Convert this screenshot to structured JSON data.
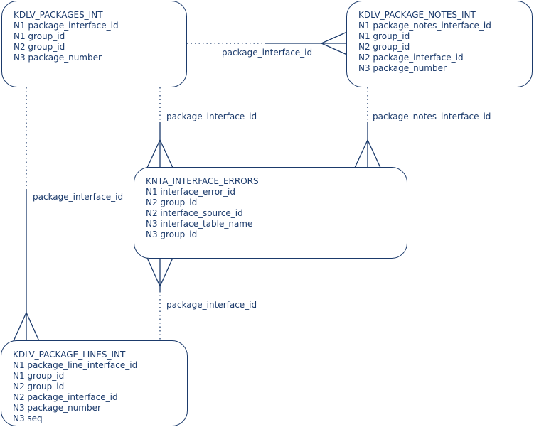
{
  "colors": {
    "ink": "#1b3a6b",
    "background": "#ffffff"
  },
  "entities": [
    {
      "id": "kdlv-packages-int",
      "name": "KDLV_PACKAGES_INT",
      "fields": [
        "N1 package_interface_id",
        "N1 group_id",
        "N2 group_id",
        "N3 package_number"
      ]
    },
    {
      "id": "kdlv-package-notes-int",
      "name": "KDLV_PACKAGE_NOTES_INT",
      "fields": [
        "N1 package_notes_interface_id",
        "N1 group_id",
        "N2 group_id",
        "N2 package_interface_id",
        "N3 package_number"
      ]
    },
    {
      "id": "knta-interface-errors",
      "name": "KNTA_INTERFACE_ERRORS",
      "fields": [
        "N1 interface_error_id",
        "N2 group_id",
        "N2 interface_source_id",
        "N3 interface_table_name",
        "N3 group_id"
      ]
    },
    {
      "id": "kdlv-package-lines-int",
      "name": "KDLV_PACKAGE_LINES_INT",
      "fields": [
        "N1 package_line_interface_id",
        "N1 group_id",
        "N2 group_id",
        "N2 package_interface_id",
        "N3 package_number",
        "N3 seq"
      ]
    }
  ],
  "relationships": [
    {
      "id": "packages-to-notes",
      "from": "KDLV_PACKAGES_INT",
      "to": "KDLV_PACKAGE_NOTES_INT",
      "label": "package_interface_id"
    },
    {
      "id": "packages-to-errors",
      "from": "KDLV_PACKAGES_INT",
      "to": "KNTA_INTERFACE_ERRORS",
      "label": "package_interface_id"
    },
    {
      "id": "notes-to-errors",
      "from": "KDLV_PACKAGE_NOTES_INT",
      "to": "KNTA_INTERFACE_ERRORS",
      "label": "package_notes_interface_id"
    },
    {
      "id": "packages-to-lines",
      "from": "KDLV_PACKAGES_INT",
      "to": "KDLV_PACKAGE_LINES_INT",
      "label": "package_interface_id"
    },
    {
      "id": "lines-to-errors",
      "from": "KDLV_PACKAGE_LINES_INT",
      "to": "KNTA_INTERFACE_ERRORS",
      "label": "package_interface_id"
    }
  ]
}
